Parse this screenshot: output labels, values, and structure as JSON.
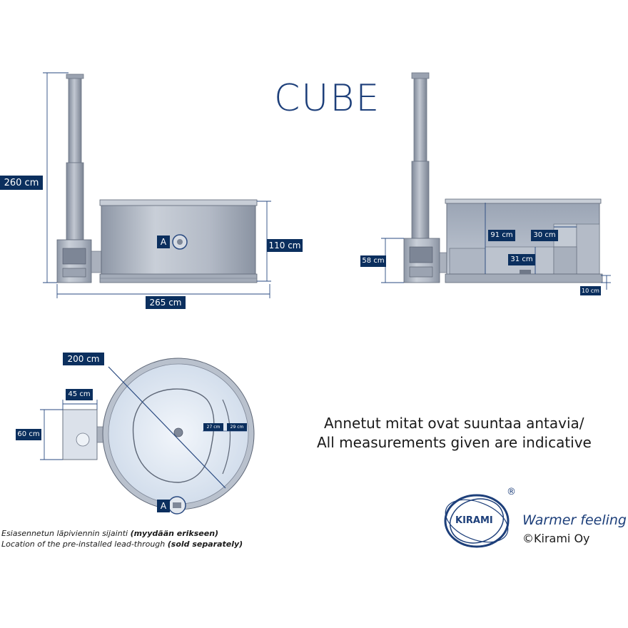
{
  "title": "CUBE",
  "colors": {
    "label_bg": "#0b2f5e",
    "title": "#1d3f7a",
    "dim_line": "#2a4a80",
    "metal": "#b8bfca",
    "brand": "#1d3f7a"
  },
  "dimensions": {
    "side_height": "260 cm",
    "side_tub_height": "110 cm",
    "side_width": "265 cm",
    "cut_depth_91": "91 cm",
    "cut_step_30": "30 cm",
    "cut_seat_31": "31 cm",
    "cut_heater_58": "58 cm",
    "cut_base_10": "10 cm",
    "top_diameter": "200 cm",
    "top_heater_width": "45 cm",
    "top_heater_depth": "60 cm",
    "top_inner_27": "27 cm",
    "top_inner_29": "29 cm"
  },
  "markers": {
    "side_a": "A",
    "top_a": "A"
  },
  "notes": {
    "fi_text": "Esiasennetun läpiviennin sijainti ",
    "fi_bold": "(myydään erikseen)",
    "en_text": "Location of the pre-installed lead-through ",
    "en_bold": "(sold separately)"
  },
  "disclaimer": {
    "fi": "Annetut mitat ovat suuntaa antavia/",
    "en": "All measurements given are indicative"
  },
  "brand": {
    "logo_text": "KIRAMI",
    "registered": "®",
    "slogan": "Warmer feeling",
    "copyright": "©Kirami Oy"
  }
}
